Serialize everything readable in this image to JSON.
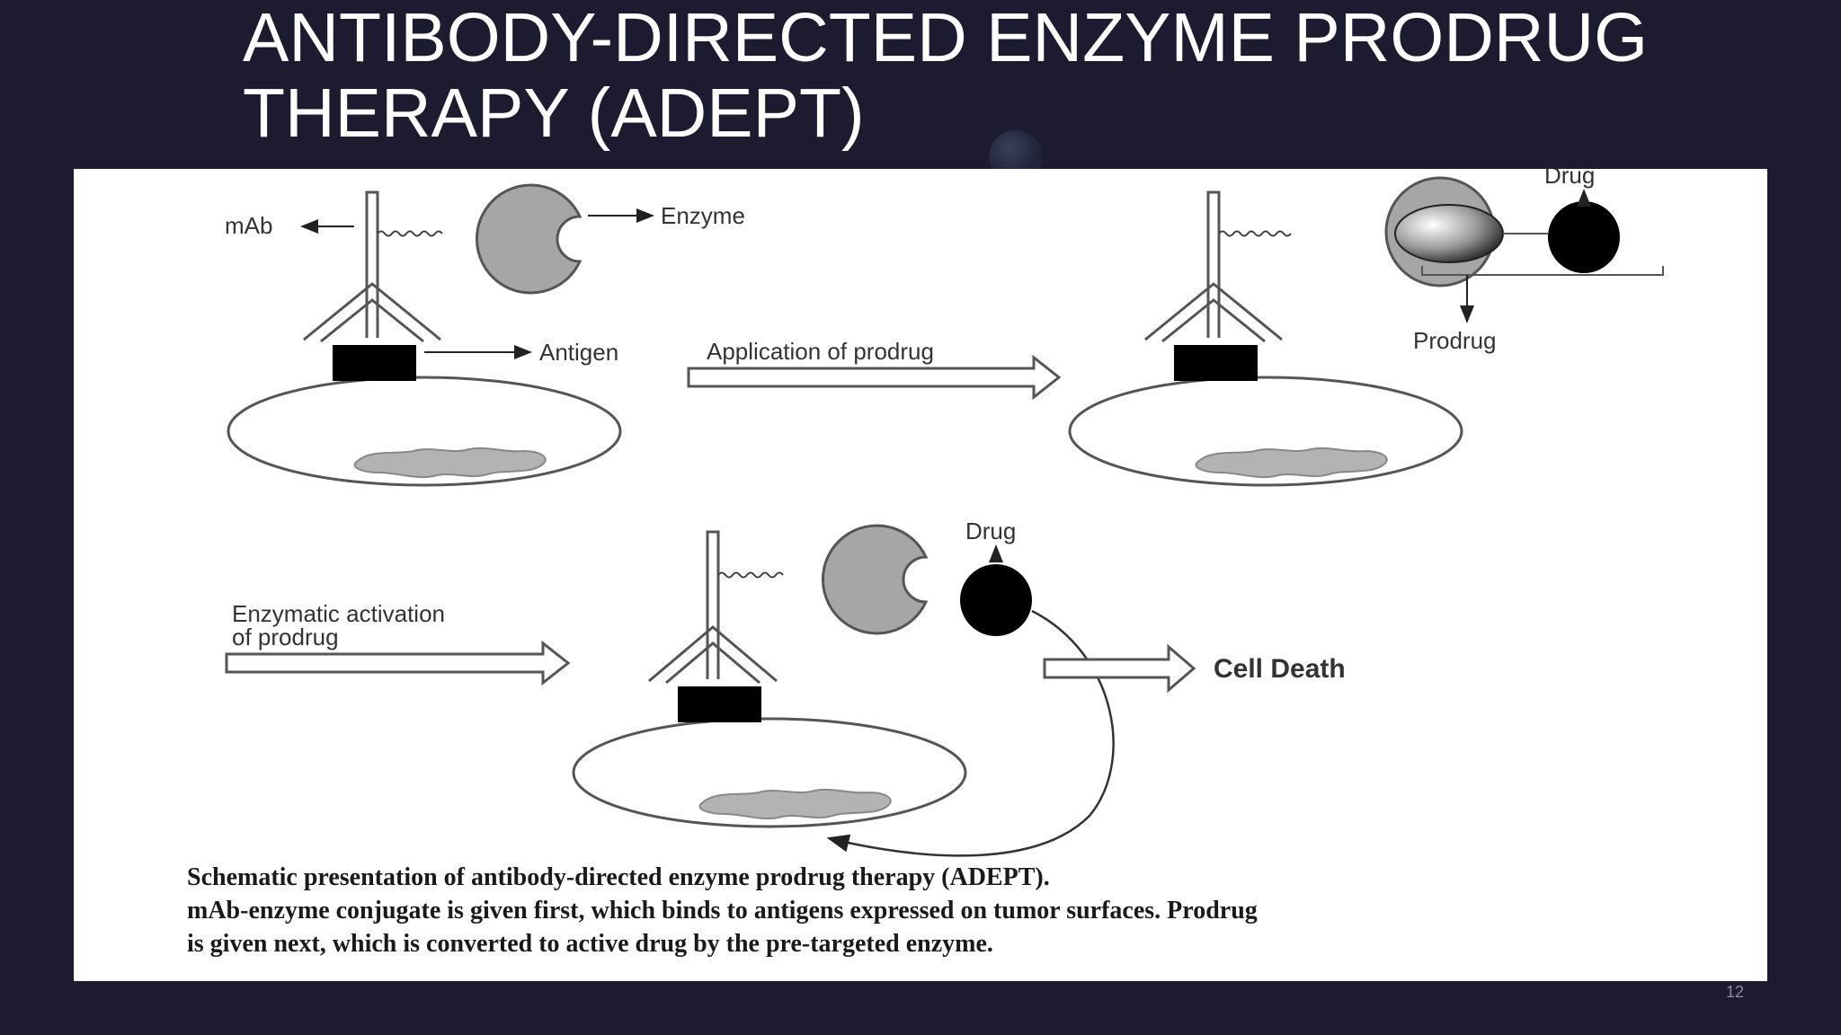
{
  "slide": {
    "title_line1": "ANTIBODY-DIRECTED ENZYME PRODRUG",
    "title_line2": "THERAPY (ADEPT)",
    "page_number": "12"
  },
  "diagram": {
    "labels": {
      "mab": "mAb",
      "enzyme": "Enzyme",
      "antigen": "Antigen",
      "application_of_prodrug": "Application of prodrug",
      "drug_top": "Drug",
      "prodrug": "Prodrug",
      "enzymatic_activation_line1": "Enzymatic activation",
      "enzymatic_activation_line2": "of prodrug",
      "drug_bottom": "Drug",
      "cell_death": "Cell Death"
    },
    "caption": {
      "line1": "Schematic presentation of antibody-directed enzyme prodrug therapy (ADEPT).",
      "line2": "mAb-enzyme conjugate is given first, which binds to antigens expressed on tumor surfaces. Prodrug",
      "line3": "is given next, which is converted to active drug by the pre-targeted enzyme."
    }
  },
  "colors": {
    "background": "#1d1b30",
    "panel": "#ffffff",
    "enzyme_fill": "#a6a6a6",
    "nucleus_fill": "#b3b3b3",
    "antigen_fill": "#000000"
  }
}
